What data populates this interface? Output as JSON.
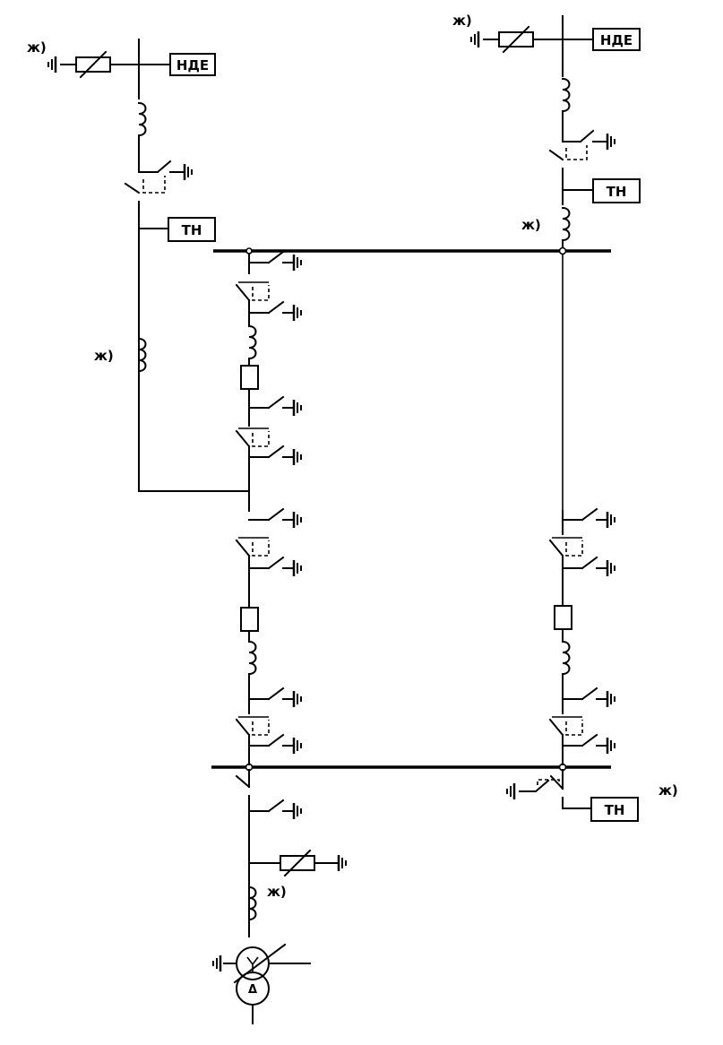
{
  "labels": {
    "nde": "НДЕ",
    "tn": "ТН",
    "note": "ж)",
    "delta": "Δ"
  },
  "colors": {
    "line": "#000000",
    "background": "#ffffff"
  },
  "icons": [
    "surge-arrester-icon",
    "reactor-icon",
    "disconnector-icon",
    "earthing-switch-icon",
    "circuit-breaker-icon",
    "transformer-icon",
    "ground-icon"
  ]
}
